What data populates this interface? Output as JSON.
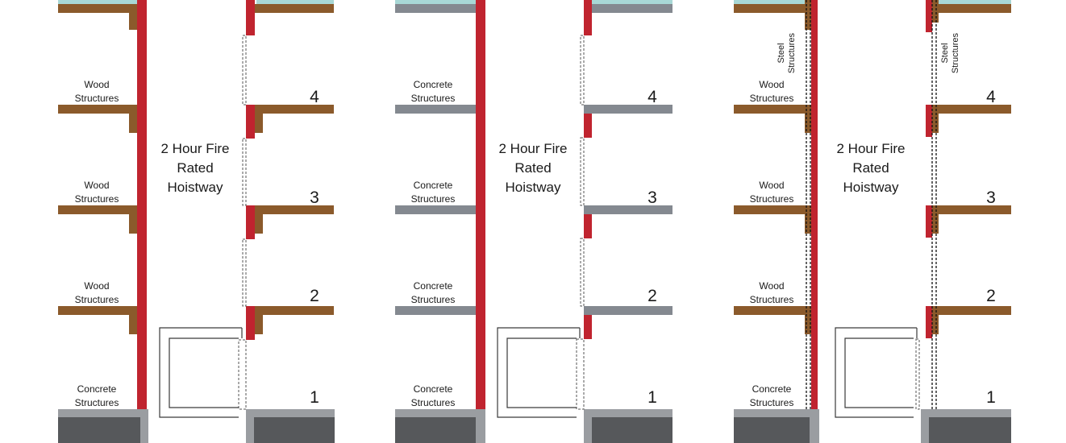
{
  "panels": [
    {
      "structure_labels": [
        "Wood\nStructures",
        "Wood\nStructures",
        "Wood\nStructures",
        "Concrete\nStructures"
      ],
      "hoistway_label": "2 Hour Fire\nRated\nHoistway",
      "floor_numbers": [
        "4",
        "3",
        "2",
        "1"
      ],
      "floor_material": "wood"
    },
    {
      "structure_labels": [
        "Concrete\nStructures",
        "Concrete\nStructures",
        "Concrete\nStructures",
        "Concrete\nStructures"
      ],
      "hoistway_label": "2 Hour Fire\nRated\nHoistway",
      "floor_numbers": [
        "4",
        "3",
        "2",
        "1"
      ],
      "floor_material": "concrete"
    },
    {
      "structure_labels": [
        "Wood\nStructures",
        "Wood\nStructures",
        "Wood\nStructures",
        "Concrete\nStructures"
      ],
      "hoistway_label": "2 Hour Fire\nRated\nHoistway",
      "floor_numbers": [
        "4",
        "3",
        "2",
        "1"
      ],
      "steel_labels": [
        "Steel\nStructures",
        "Steel\nStructures"
      ],
      "floor_material": "wood"
    }
  ],
  "colors": {
    "fire_wall": "#c0242f",
    "wood": "#8b5a2b",
    "concrete_floor": "#848990",
    "ground": "#56585b",
    "ground_top": "#9a9da1",
    "glass": "#a8d8d6",
    "outline": "#3a3a3a"
  }
}
